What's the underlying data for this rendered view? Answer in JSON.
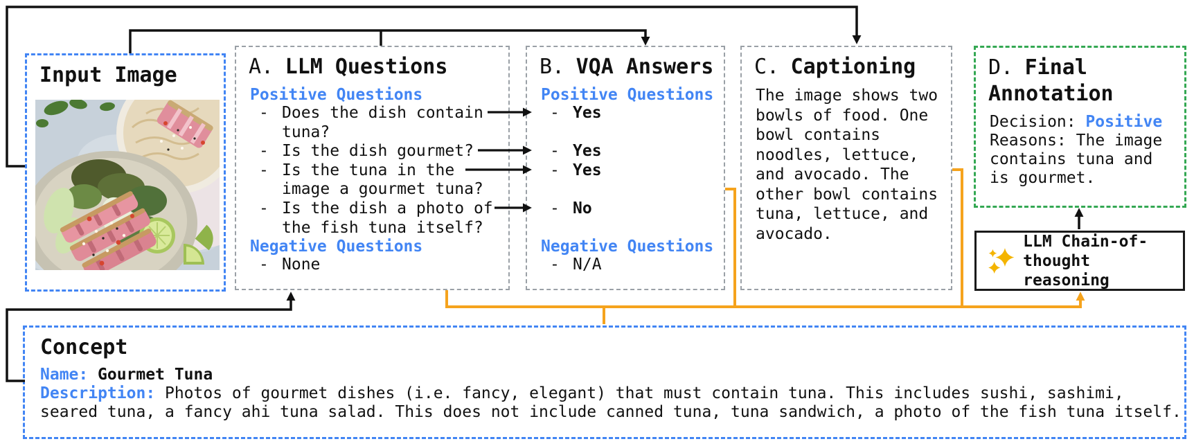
{
  "ui": {
    "bullet": "-"
  },
  "palette": {
    "accent_blue": "#4285F4",
    "accent_orange": "#F5A31D",
    "accent_green": "#34A853",
    "gray_border": "#9AA0A6",
    "line_black": "#111111",
    "sparkle_gold": "#F4B400"
  },
  "input_panel": {
    "title": "Input Image"
  },
  "panel_a": {
    "label": "A.",
    "title": "LLM Questions",
    "positive_heading": "Positive Questions",
    "questions": [
      {
        "lines": [
          "Does the dish contain",
          "tuna?"
        ]
      },
      {
        "lines": [
          "Is the dish gourmet?"
        ]
      },
      {
        "lines": [
          "Is the tuna in the",
          "image a gourmet tuna?"
        ]
      },
      {
        "lines": [
          "Is the dish a photo of",
          "the fish tuna itself?"
        ]
      }
    ],
    "negative_heading": "Negative Questions",
    "negative_item": "None"
  },
  "panel_b": {
    "label": "B.",
    "title": "VQA Answers",
    "positive_heading": "Positive Questions",
    "answers": [
      "Yes",
      "Yes",
      "Yes",
      "No"
    ],
    "negative_heading": "Negative Questions",
    "negative_item": "N/A"
  },
  "panel_c": {
    "label": "C.",
    "title": "Captioning",
    "caption": "The image shows two\nbowls of food. One\nbowl contains\nnoodles, lettuce,\nand avocado. The\nother bowl contains\ntuna, lettuce, and\navocado."
  },
  "panel_d": {
    "label": "D.",
    "title_line1": "Final",
    "title_line2": "Annotation",
    "decision_label": "Decision:",
    "decision_value": "Positive",
    "reasons": "Reasons: The image\ncontains tuna and\nis gourmet."
  },
  "cot_box": {
    "label": "LLM Chain-of-\nthought reasoning"
  },
  "concept": {
    "title": "Concept",
    "name_label": "Name:",
    "name_value": "Gourmet Tuna",
    "description_label": "Description:",
    "description_line1": "Photos of gourmet dishes (i.e. fancy, elegant) that must contain tuna. This includes sushi, sashimi,",
    "description_line2": "seared tuna, a fancy ahi tuna salad. This does not include canned tuna, tuna sandwich, a photo of the fish tuna itself."
  }
}
